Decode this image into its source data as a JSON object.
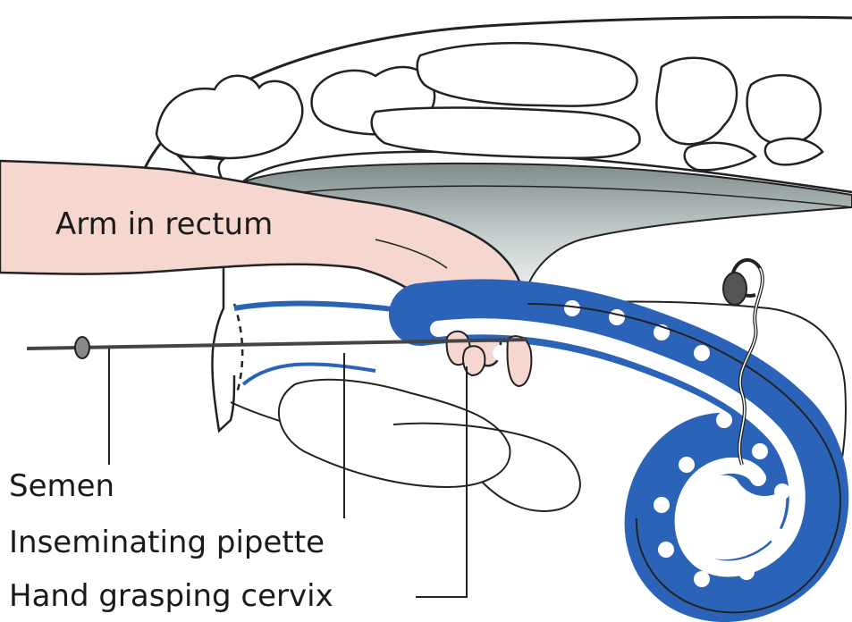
{
  "labels": {
    "arm": "Arm in rectum",
    "semen": "Semen",
    "pipette": "Inseminating pipette",
    "hand": "Hand grasping cervix"
  },
  "colors": {
    "uterus_blue": "#2b63b8",
    "skin": "#f6d7d0",
    "outline": "#222222",
    "cavity_shade": "#9aa6a6"
  }
}
